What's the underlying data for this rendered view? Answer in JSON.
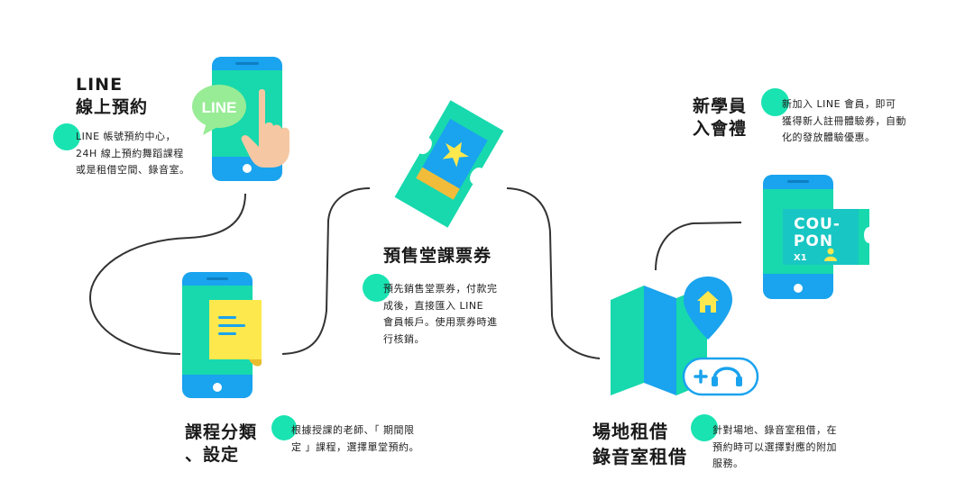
{
  "sections": {
    "line_booking": {
      "title_line1": "LINE",
      "title_line2": "線上預約",
      "desc": [
        "LINE 帳號預約中心，",
        "24H 線上預約舞蹈課程",
        "或是租借空間、錄音室。"
      ],
      "bubble_text": "LINE"
    },
    "new_member": {
      "title_line1": "新學員",
      "title_line2": "入會禮",
      "desc": [
        "新加入 LINE 會員，即可",
        "獲得新人註冊體驗券，自動",
        "化的發放體驗優惠。"
      ],
      "coupon_line1": "COU-",
      "coupon_line2": "PON",
      "coupon_qty": "X1"
    },
    "presale": {
      "title": "預售堂課票券",
      "desc": [
        "預先銷售堂票券，付款完",
        "成後，直接匯入 LINE",
        "會員帳戶。使用票券時進",
        "行核銷。"
      ]
    },
    "course": {
      "title_line1": "課程分類",
      "title_line2": "、設定",
      "desc": [
        "根據授課的老師、「 期間限",
        "定 」課程，選擇單堂預約。"
      ]
    },
    "venue": {
      "title_line1": "場地租借",
      "title_line2": "錄音室租借",
      "desc": [
        "針對場地、錄音室租借，在",
        "預約時可以選擇對應的附加",
        "服務。"
      ]
    }
  },
  "colors": {
    "accent": "#19e3b1",
    "phone_blue": "#1aa3ee",
    "phone_screen": "#17d9ad",
    "line_green": "#98ec95",
    "note_yellow": "#fde84e",
    "connector": "#333333"
  }
}
